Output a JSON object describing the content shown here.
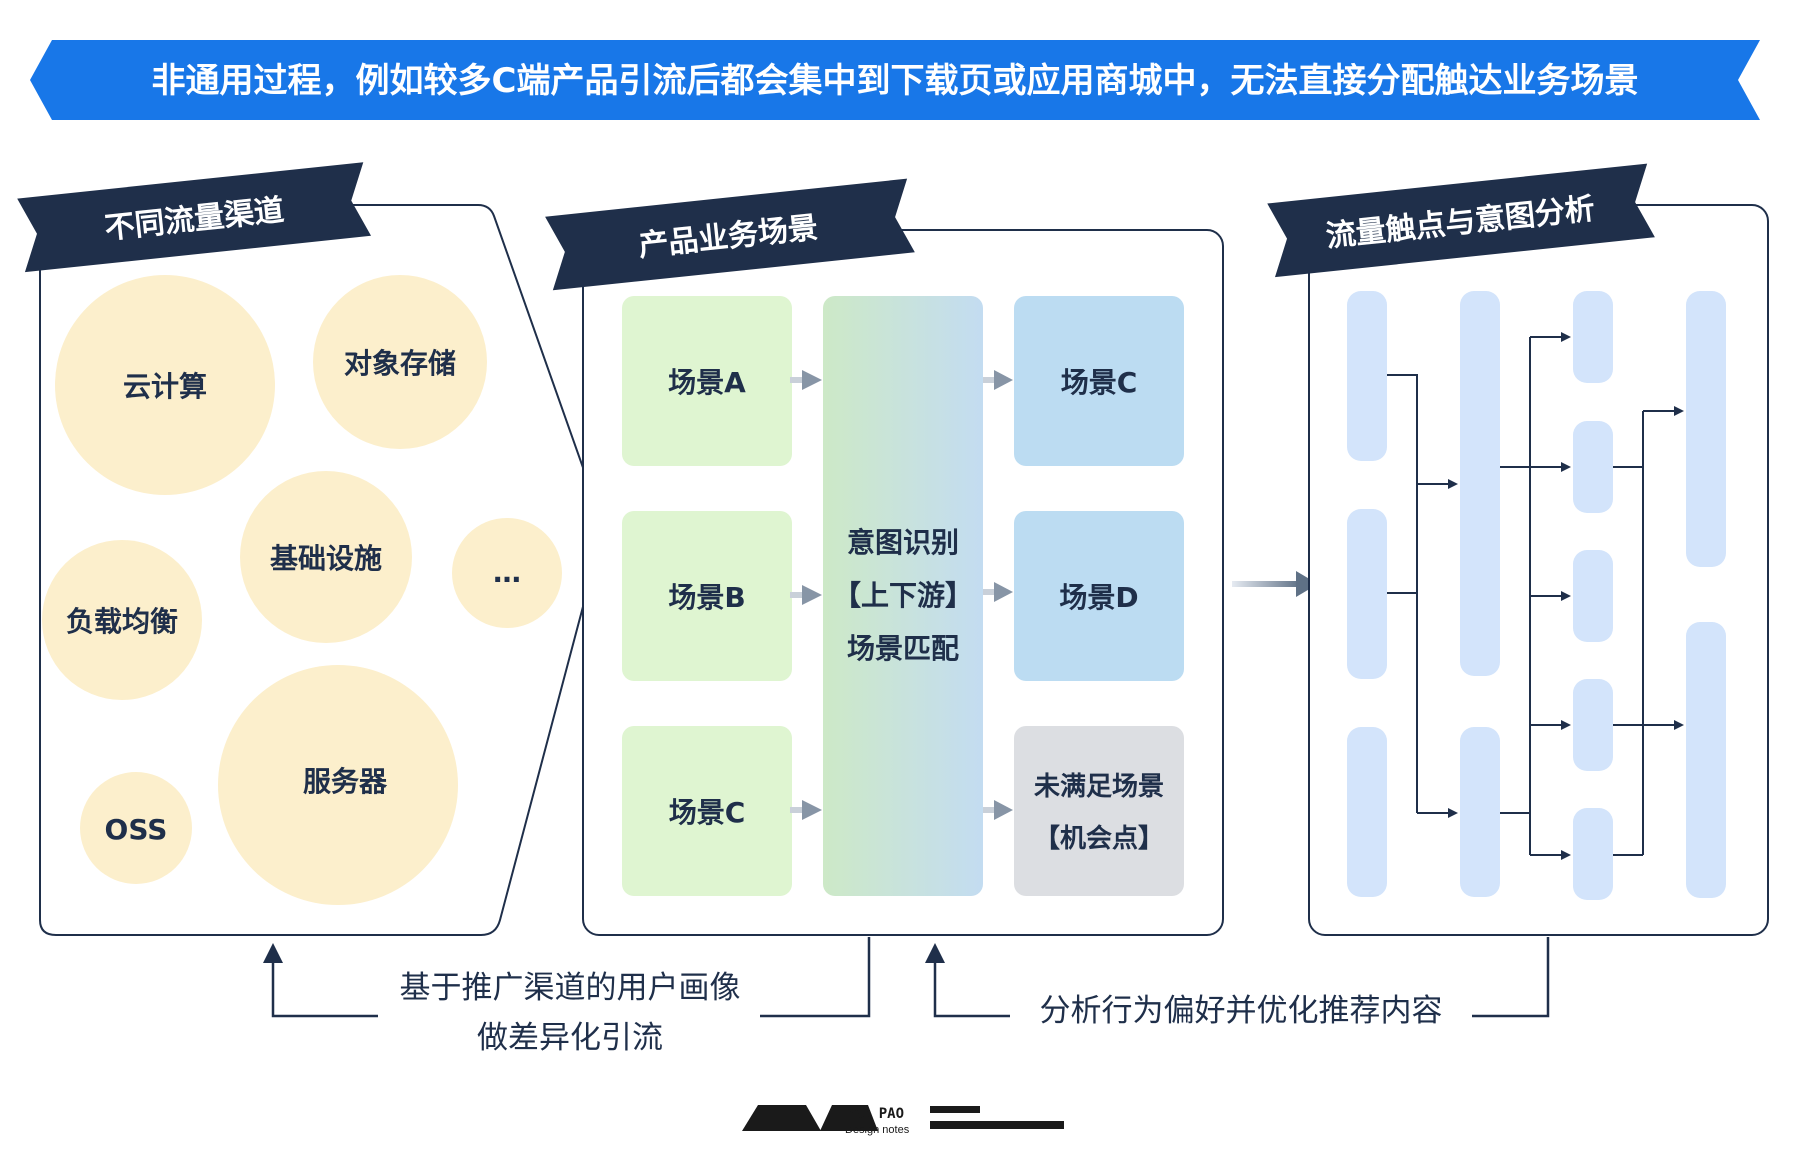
{
  "banner": {
    "text": "非通用过程，例如较多C端产品引流后都会集中到下载页或应用商城中，无法直接分配触达业务场景",
    "color": "#1877e8"
  },
  "panels": {
    "channels": {
      "title": "不同流量渠道",
      "bubbles": [
        "云计算",
        "对象存储",
        "基础设施",
        "…",
        "负载均衡",
        "服务器",
        "OSS"
      ]
    },
    "business": {
      "title": "产品业务场景",
      "left_scenes": [
        "场景A",
        "场景B",
        "场景C"
      ],
      "center_lines": [
        "意图识别",
        "【上下游】",
        "场景匹配"
      ],
      "right_scenes": [
        "场景C",
        "场景D"
      ],
      "unmet_lines": [
        "未满足场景",
        "【机会点】"
      ]
    },
    "analysis": {
      "title": "流量触点与意图分析"
    }
  },
  "captions": {
    "left_lines": [
      "基于推广渠道的用户画像",
      "做差异化引流"
    ],
    "right": "分析行为偏好并优化推荐内容"
  },
  "brand": {
    "line1": "PAO PAO",
    "line2": "Design notes"
  },
  "colors": {
    "navy": "#1f2f4a",
    "bubble": "#fcefcc",
    "scene_green": "#dff5d1",
    "scene_blue": "#bcdcf2",
    "scene_grey": "#dcdee2",
    "bar_blue": "#d3e4fb"
  }
}
